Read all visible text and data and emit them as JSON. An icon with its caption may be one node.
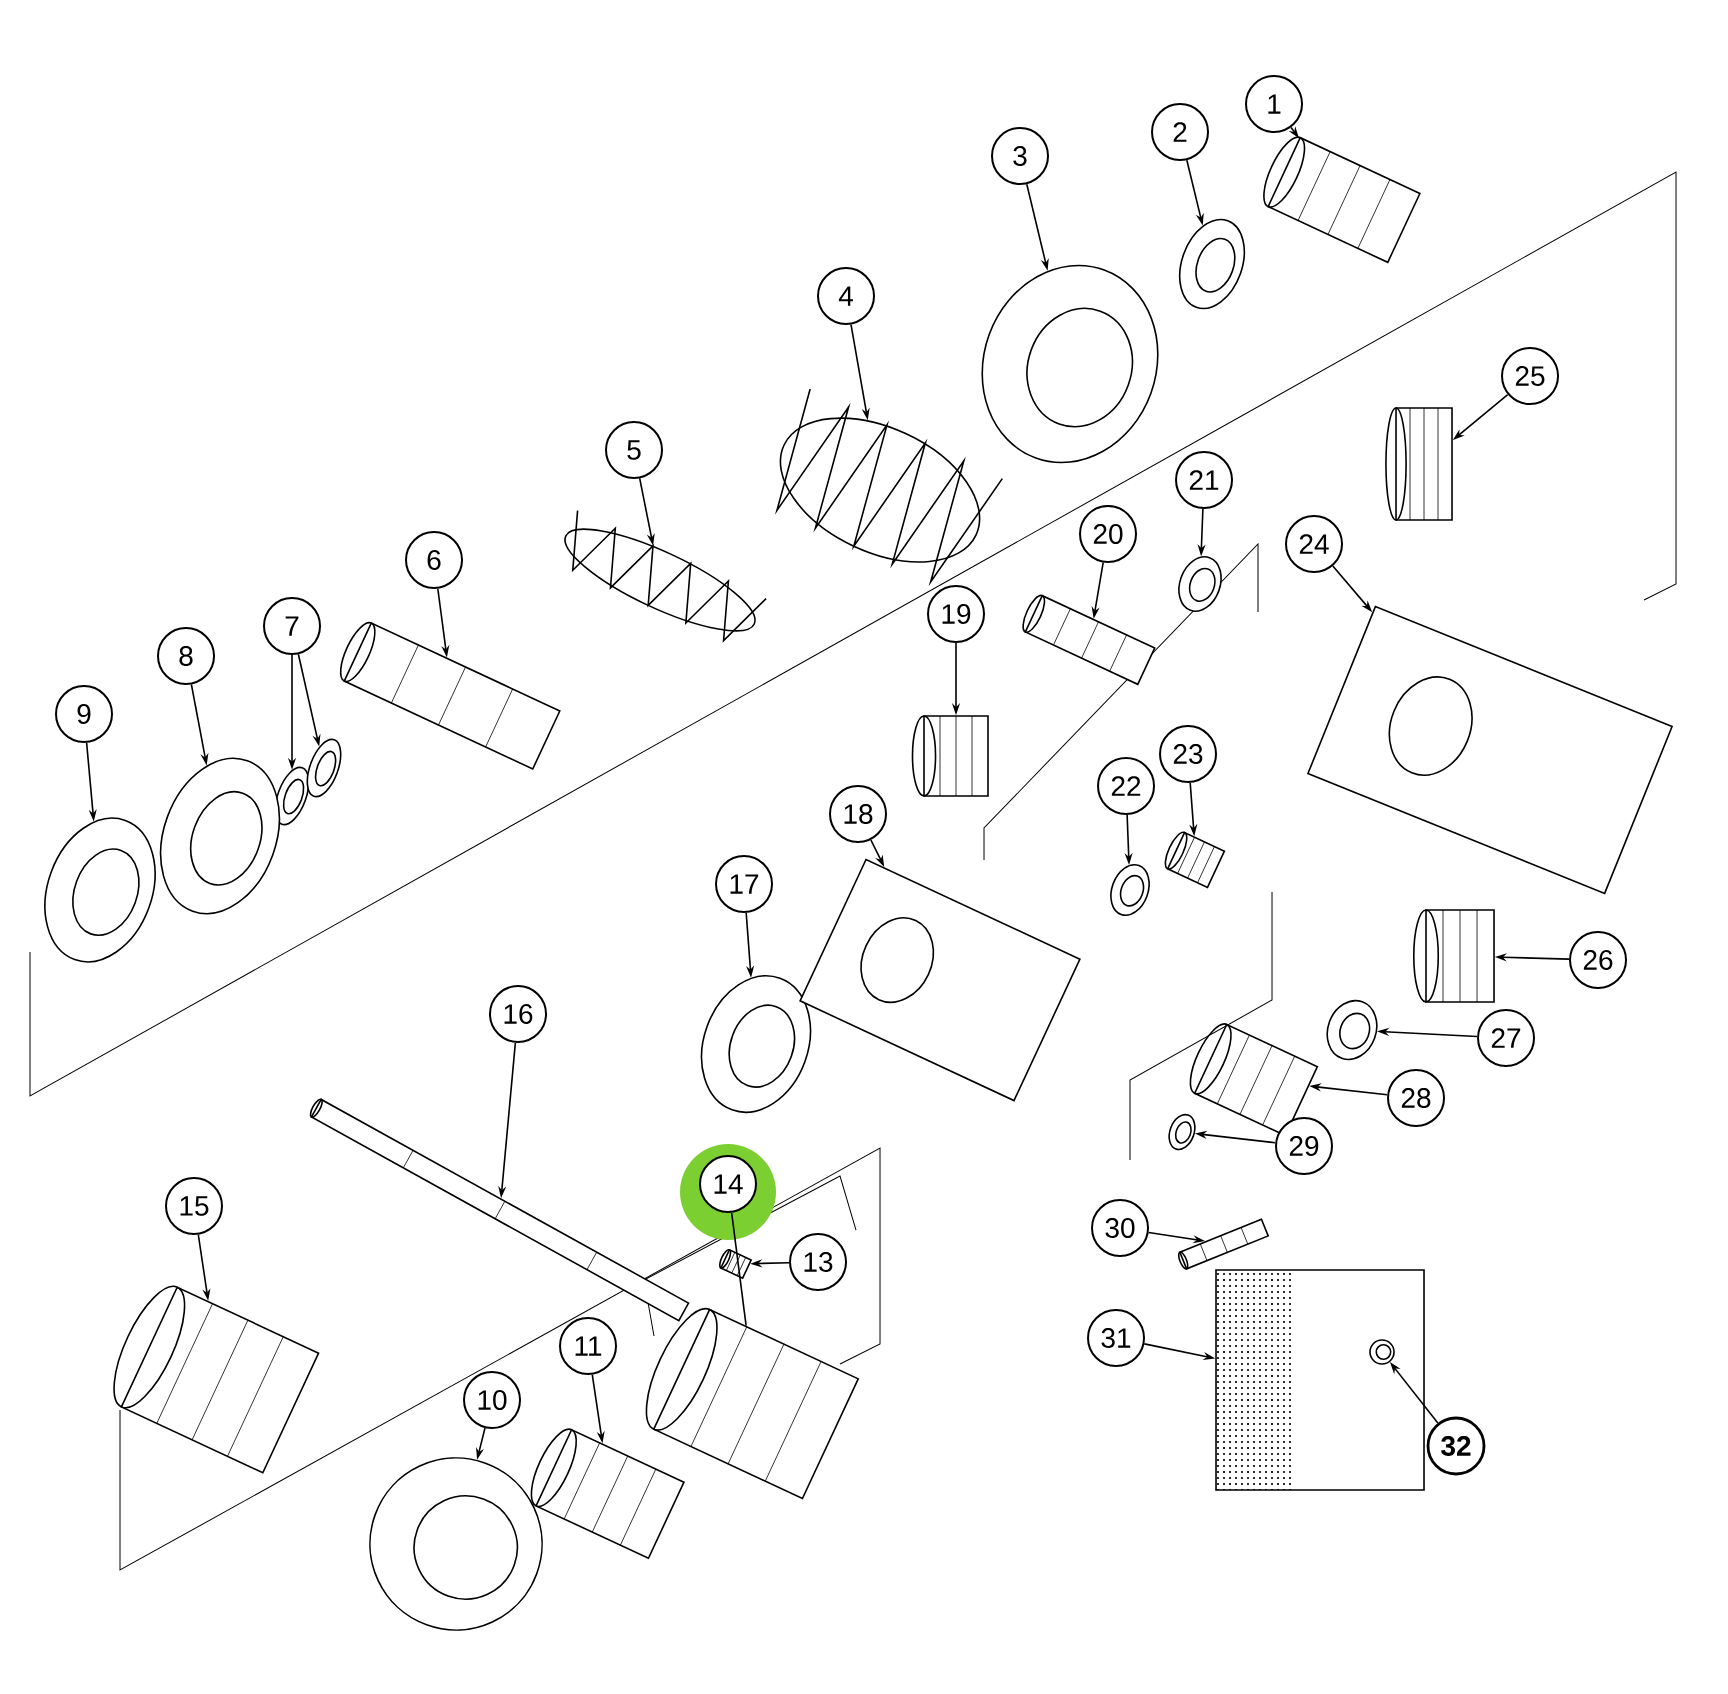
{
  "diagram": {
    "nodes": [
      {
        "text": [
          "1"
        ]
      },
      {
        "text": [
          "2"
        ]
      },
      {
        "text": [
          "3"
        ]
      },
      {
        "text": [
          "4"
        ]
      },
      {
        "text": [
          "5"
        ]
      },
      {
        "text": [
          "6"
        ]
      },
      {
        "text": [
          "7"
        ]
      },
      {
        "text": [
          "8"
        ]
      },
      {
        "text": [
          "9"
        ]
      },
      {
        "text": [
          "10"
        ]
      },
      {
        "text": [
          "11"
        ]
      },
      {
        "text": [
          "13"
        ]
      },
      {
        "text": [
          "14"
        ]
      },
      {
        "text": [
          "15"
        ]
      },
      {
        "text": [
          "16"
        ]
      },
      {
        "text": [
          "17"
        ]
      },
      {
        "text": [
          "18"
        ]
      },
      {
        "text": [
          "19"
        ]
      },
      {
        "text": [
          "20"
        ]
      },
      {
        "text": [
          "21"
        ]
      },
      {
        "text": [
          "22"
        ]
      },
      {
        "text": [
          "23"
        ]
      },
      {
        "text": [
          "24"
        ]
      },
      {
        "text": [
          "25"
        ]
      },
      {
        "text": [
          "26"
        ]
      },
      {
        "text": [
          "27"
        ]
      },
      {
        "text": [
          "28"
        ]
      },
      {
        "text": [
          "29"
        ]
      },
      {
        "text": [
          "30"
        ]
      },
      {
        "text": [
          "31"
        ]
      },
      {
        "text": [
          "32"
        ]
      },
      {
        "text": [],
        "shape": "picture"
      },
      {
        "text": [],
        "shape": "picture"
      },
      {
        "text": [],
        "shape": "picture"
      },
      {
        "text": [],
        "shape": "picture"
      },
      {
        "text": [],
        "shape": "picture"
      },
      {
        "text": [],
        "shape": "picture"
      },
      {
        "text": [],
        "shape": "picture"
      },
      {
        "text": [],
        "shape": "picture"
      },
      {
        "text": [],
        "shape": "picture"
      },
      {
        "text": [],
        "shape": "picture"
      },
      {
        "text": [],
        "shape": "picture"
      },
      {
        "text": [],
        "shape": "picture"
      },
      {
        "text": [],
        "shape": "picture"
      },
      {
        "text": [],
        "shape": "picture"
      },
      {
        "text": [],
        "shape": "picture"
      },
      {
        "text": [],
        "shape": "picture"
      },
      {
        "text": [],
        "shape": "picture"
      },
      {
        "text": [],
        "shape": "picture"
      },
      {
        "text": [],
        "shape": "picture"
      },
      {
        "text": [],
        "shape": "picture"
      },
      {
        "text": [],
        "shape": "picture"
      },
      {
        "text": [],
        "shape": "picture"
      },
      {
        "text": [],
        "shape": "picture"
      },
      {
        "text": [],
        "shape": "picture"
      },
      {
        "text": [],
        "shape": "picture"
      },
      {
        "text": [],
        "shape": "picture"
      },
      {
        "text": [],
        "shape": "picture"
      },
      {
        "text": [],
        "shape": "picture"
      },
      {
        "text": [],
        "shape": "picture"
      },
      {
        "text": [],
        "shape": "picture"
      },
      {
        "text": [],
        "shape": "picture"
      },
      {
        "text": [],
        "shape": "picture",
        "in": 61
      }
    ],
    "edges": [
      {
        "from": 0,
        "to": 31,
        "arrow": "to"
      },
      {
        "from": 1,
        "to": 32,
        "arrow": "to"
      },
      {
        "from": 2,
        "to": 33,
        "arrow": "to"
      },
      {
        "from": 3,
        "to": 34,
        "arrow": "to"
      },
      {
        "from": 4,
        "to": 35,
        "arrow": "to"
      },
      {
        "from": 5,
        "to": 36,
        "arrow": "to"
      },
      {
        "from": 6,
        "to": 37,
        "arrow": "to"
      },
      {
        "from": 6,
        "to": 38,
        "arrow": "to"
      },
      {
        "from": 7,
        "to": 39,
        "arrow": "to"
      },
      {
        "from": 8,
        "to": 40,
        "arrow": "to"
      },
      {
        "from": 9,
        "to": 41,
        "arrow": "to"
      },
      {
        "from": 10,
        "to": 42,
        "arrow": "to"
      },
      {
        "from": 11,
        "to": 44,
        "arrow": "to"
      },
      {
        "from": 12,
        "to": 43,
        "arrow": "none"
      },
      {
        "from": 13,
        "to": 45,
        "arrow": "to"
      },
      {
        "from": 14,
        "to": 46,
        "arrow": "to"
      },
      {
        "from": 15,
        "to": 47,
        "arrow": "to"
      },
      {
        "from": 16,
        "to": 48,
        "arrow": "to"
      },
      {
        "from": 17,
        "to": 49,
        "arrow": "to"
      },
      {
        "from": 18,
        "to": 50,
        "arrow": "to"
      },
      {
        "from": 19,
        "to": 51,
        "arrow": "to"
      },
      {
        "from": 20,
        "to": 52,
        "arrow": "to"
      },
      {
        "from": 21,
        "to": 53,
        "arrow": "to"
      },
      {
        "from": 22,
        "to": 54,
        "arrow": "to"
      },
      {
        "from": 23,
        "to": 55,
        "arrow": "to"
      },
      {
        "from": 24,
        "to": 56,
        "arrow": "to"
      },
      {
        "from": 25,
        "to": 57,
        "arrow": "to"
      },
      {
        "from": 26,
        "to": 58,
        "arrow": "to"
      },
      {
        "from": 27,
        "to": 59,
        "arrow": "to"
      },
      {
        "from": 28,
        "to": 60,
        "arrow": "to"
      },
      {
        "from": 29,
        "to": 61,
        "arrow": "to"
      },
      {
        "from": 30,
        "to": 62,
        "arrow": "to"
      }
    ]
  }
}
